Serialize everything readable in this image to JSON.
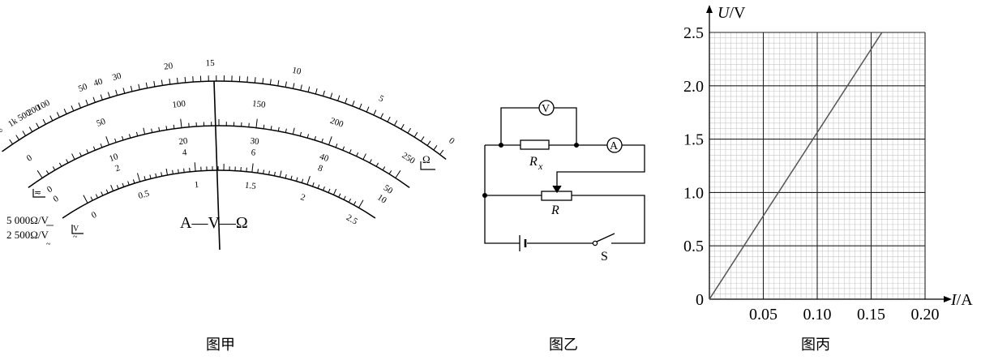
{
  "figures": {
    "jia": {
      "caption": "图甲",
      "meter_label": "A—V—Ω",
      "omega_symbol": "Ω",
      "ohm_scale": [
        "∞",
        "1k",
        "500",
        "200",
        "100",
        "50",
        "40",
        "30",
        "20",
        "15",
        "10",
        "5",
        "0"
      ],
      "scale_150": [
        "0",
        "50",
        "100",
        "150",
        "200",
        "250"
      ],
      "scale_40": [
        "0",
        "10",
        "20",
        "30",
        "40",
        "50"
      ],
      "scale_10": [
        "0",
        "2",
        "4",
        "6",
        "8",
        "10"
      ],
      "scale_25": [
        "0",
        "0.5",
        "1",
        "1.5",
        "2",
        "2.5"
      ],
      "dc_mark": "≂",
      "ac_mark": "V\n~",
      "spec_dc": "5 000Ω/V",
      "spec_ac": "2 500Ω/V"
    },
    "yi": {
      "caption": "图乙",
      "voltmeter": "V",
      "ammeter": "A",
      "resistor_x": "R",
      "resistor_x_sub": "x",
      "rheostat": "R",
      "switch": "S"
    },
    "bing": {
      "caption": "图丙"
    }
  },
  "chart_data": {
    "type": "line",
    "xlabel": "I/A",
    "ylabel": "U/V",
    "xlim": [
      0,
      0.2
    ],
    "ylim": [
      0,
      2.5
    ],
    "x_ticks": [
      "0.05",
      "0.10",
      "0.15",
      "0.20"
    ],
    "y_ticks": [
      "0",
      "0.5",
      "1.0",
      "1.5",
      "2.0",
      "2.5"
    ],
    "minor_grid": true,
    "series": [
      {
        "x": [
          0,
          0.16
        ],
        "y": [
          0,
          2.5
        ]
      }
    ],
    "line_color": "#555555"
  }
}
